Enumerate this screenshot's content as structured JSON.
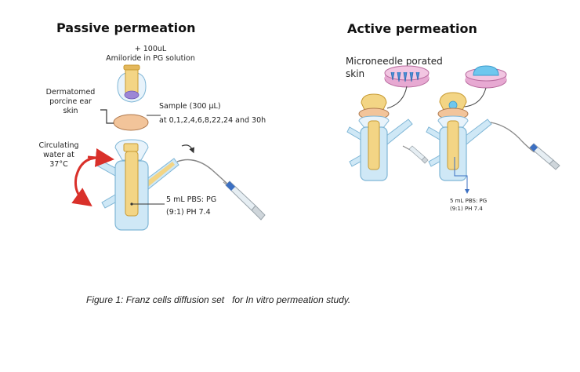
{
  "passive": {
    "title": "Passive permeation",
    "dose_line1": "+ 100uL",
    "dose_line2": "Amiloride in PG solution",
    "skin_label": [
      "Dermatomed",
      "porcine ear",
      "skin"
    ],
    "sample_line1": "Sample (300 µL)",
    "sample_line2": "at 0,1,2,4,6,8,22,24 and 30h",
    "water_label": [
      "Circulating",
      "water at",
      "37°C"
    ],
    "receptor_line1": "5 mL PBS: PG",
    "receptor_line2": "(9:1) PH 7.4"
  },
  "active": {
    "title": "Active permeation",
    "skin_line1": "Microneedle porated",
    "skin_line2": "skin",
    "receptor_line1": "5 mL PBS: PG",
    "receptor_line2": "(9:1) PH 7.4"
  },
  "caption": "Figure 1: Franz cells diffusion set   for In vitro permeation study.",
  "colors": {
    "glass": "#cfe8f6",
    "glass_edge": "#7fb6d6",
    "donor": "#f3d585",
    "donor_edge": "#c79a32",
    "skin": "#f2c49a",
    "skin_edge": "#b07a4f",
    "arrow_red": "#d9302a",
    "needle_pad": "#e7a9d2",
    "microneedle": "#4b8fd6",
    "gel": "#6fc7ee"
  }
}
